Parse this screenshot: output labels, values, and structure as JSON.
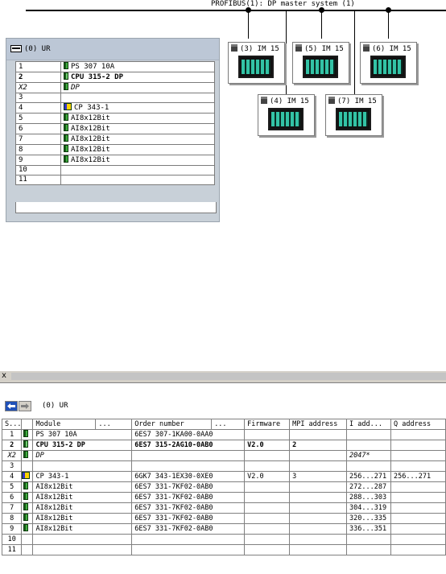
{
  "profibus": {
    "label": "PROFIBUS(1): DP master system (1)"
  },
  "rack": {
    "title": "(0) UR",
    "slots": [
      {
        "slot": "1",
        "module": "PS 307 10A",
        "icon": "module-icon",
        "bold": false,
        "italic": false
      },
      {
        "slot": "2",
        "module": "CPU 315-2 DP",
        "icon": "cpu-icon",
        "bold": true,
        "italic": false
      },
      {
        "slot": "X2",
        "module": "DP",
        "icon": "module-icon",
        "bold": false,
        "italic": true
      },
      {
        "slot": "3",
        "module": "",
        "icon": "",
        "bold": false,
        "italic": false
      },
      {
        "slot": "4",
        "module": "CP 343-1",
        "icon": "cp-icon",
        "bold": false,
        "italic": false
      },
      {
        "slot": "5",
        "module": "AI8x12Bit",
        "icon": "module-icon",
        "bold": false,
        "italic": false
      },
      {
        "slot": "6",
        "module": "AI8x12Bit",
        "icon": "module-icon",
        "bold": false,
        "italic": false
      },
      {
        "slot": "7",
        "module": "AI8x12Bit",
        "icon": "module-icon",
        "bold": false,
        "italic": false
      },
      {
        "slot": "8",
        "module": "AI8x12Bit",
        "icon": "module-icon",
        "bold": false,
        "italic": false
      },
      {
        "slot": "9",
        "module": "AI8x12Bit",
        "icon": "module-icon",
        "bold": false,
        "italic": false
      },
      {
        "slot": "10",
        "module": "",
        "icon": "",
        "bold": false,
        "italic": false
      },
      {
        "slot": "11",
        "module": "",
        "icon": "",
        "bold": false,
        "italic": false
      }
    ]
  },
  "im_stations": [
    {
      "label": "(3) IM 15"
    },
    {
      "label": "(5) IM 15"
    },
    {
      "label": "(6) IM 15"
    },
    {
      "label": "(4) IM 15"
    },
    {
      "label": "(7) IM 15"
    }
  ],
  "splitter": {
    "close_glyph": "x"
  },
  "detail": {
    "nav_back": "back-arrow-icon",
    "nav_forward": "forward-arrow-icon",
    "rack_name": "(0)   UR",
    "headers": [
      "S...",
      "",
      "Module",
      "...",
      "Order number",
      "...",
      "Firmware",
      "MPI address",
      "I add...",
      "Q address"
    ],
    "rows": [
      {
        "slot": "1",
        "module": "PS 307 10A",
        "order": "6ES7 307-1KA00-0AA0",
        "firmware": "",
        "mpi": "",
        "iaddr": "",
        "qaddr": "",
        "bold": false,
        "italic": false,
        "icon": "module-icon"
      },
      {
        "slot": "2",
        "module": "CPU 315-2 DP",
        "order": "6ES7 315-2AG10-0AB0",
        "firmware": "V2.0",
        "mpi": "2",
        "iaddr": "",
        "qaddr": "",
        "bold": true,
        "italic": false,
        "icon": "cpu-icon"
      },
      {
        "slot": "X2",
        "module": "DP",
        "order": "",
        "firmware": "",
        "mpi": "",
        "iaddr": "2047*",
        "qaddr": "",
        "bold": false,
        "italic": true,
        "icon": "module-icon"
      },
      {
        "slot": "3",
        "module": "",
        "order": "",
        "firmware": "",
        "mpi": "",
        "iaddr": "",
        "qaddr": "",
        "bold": false,
        "italic": false,
        "icon": ""
      },
      {
        "slot": "4",
        "module": "CP 343-1",
        "order": "6GK7 343-1EX30-0XE0",
        "firmware": "V2.0",
        "mpi": "3",
        "iaddr": "256...271",
        "qaddr": "256...271",
        "bold": false,
        "italic": false,
        "icon": "cp-icon"
      },
      {
        "slot": "5",
        "module": "AI8x12Bit",
        "order": "6ES7 331-7KF02-0AB0",
        "firmware": "",
        "mpi": "",
        "iaddr": "272...287",
        "qaddr": "",
        "bold": false,
        "italic": false,
        "icon": "module-icon"
      },
      {
        "slot": "6",
        "module": "AI8x12Bit",
        "order": "6ES7 331-7KF02-0AB0",
        "firmware": "",
        "mpi": "",
        "iaddr": "288...303",
        "qaddr": "",
        "bold": false,
        "italic": false,
        "icon": "module-icon"
      },
      {
        "slot": "7",
        "module": "AI8x12Bit",
        "order": "6ES7 331-7KF02-0AB0",
        "firmware": "",
        "mpi": "",
        "iaddr": "304...319",
        "qaddr": "",
        "bold": false,
        "italic": false,
        "icon": "module-icon"
      },
      {
        "slot": "8",
        "module": "AI8x12Bit",
        "order": "6ES7 331-7KF02-0AB0",
        "firmware": "",
        "mpi": "",
        "iaddr": "320...335",
        "qaddr": "",
        "bold": false,
        "italic": false,
        "icon": "module-icon"
      },
      {
        "slot": "9",
        "module": "AI8x12Bit",
        "order": "6ES7 331-7KF02-0AB0",
        "firmware": "",
        "mpi": "",
        "iaddr": "336...351",
        "qaddr": "",
        "bold": false,
        "italic": false,
        "icon": "module-icon"
      },
      {
        "slot": "10",
        "module": "",
        "order": "",
        "firmware": "",
        "mpi": "",
        "iaddr": "",
        "qaddr": "",
        "bold": false,
        "italic": false,
        "icon": ""
      },
      {
        "slot": "11",
        "module": "",
        "order": "",
        "firmware": "",
        "mpi": "",
        "iaddr": "",
        "qaddr": "",
        "bold": false,
        "italic": false,
        "icon": ""
      }
    ]
  }
}
